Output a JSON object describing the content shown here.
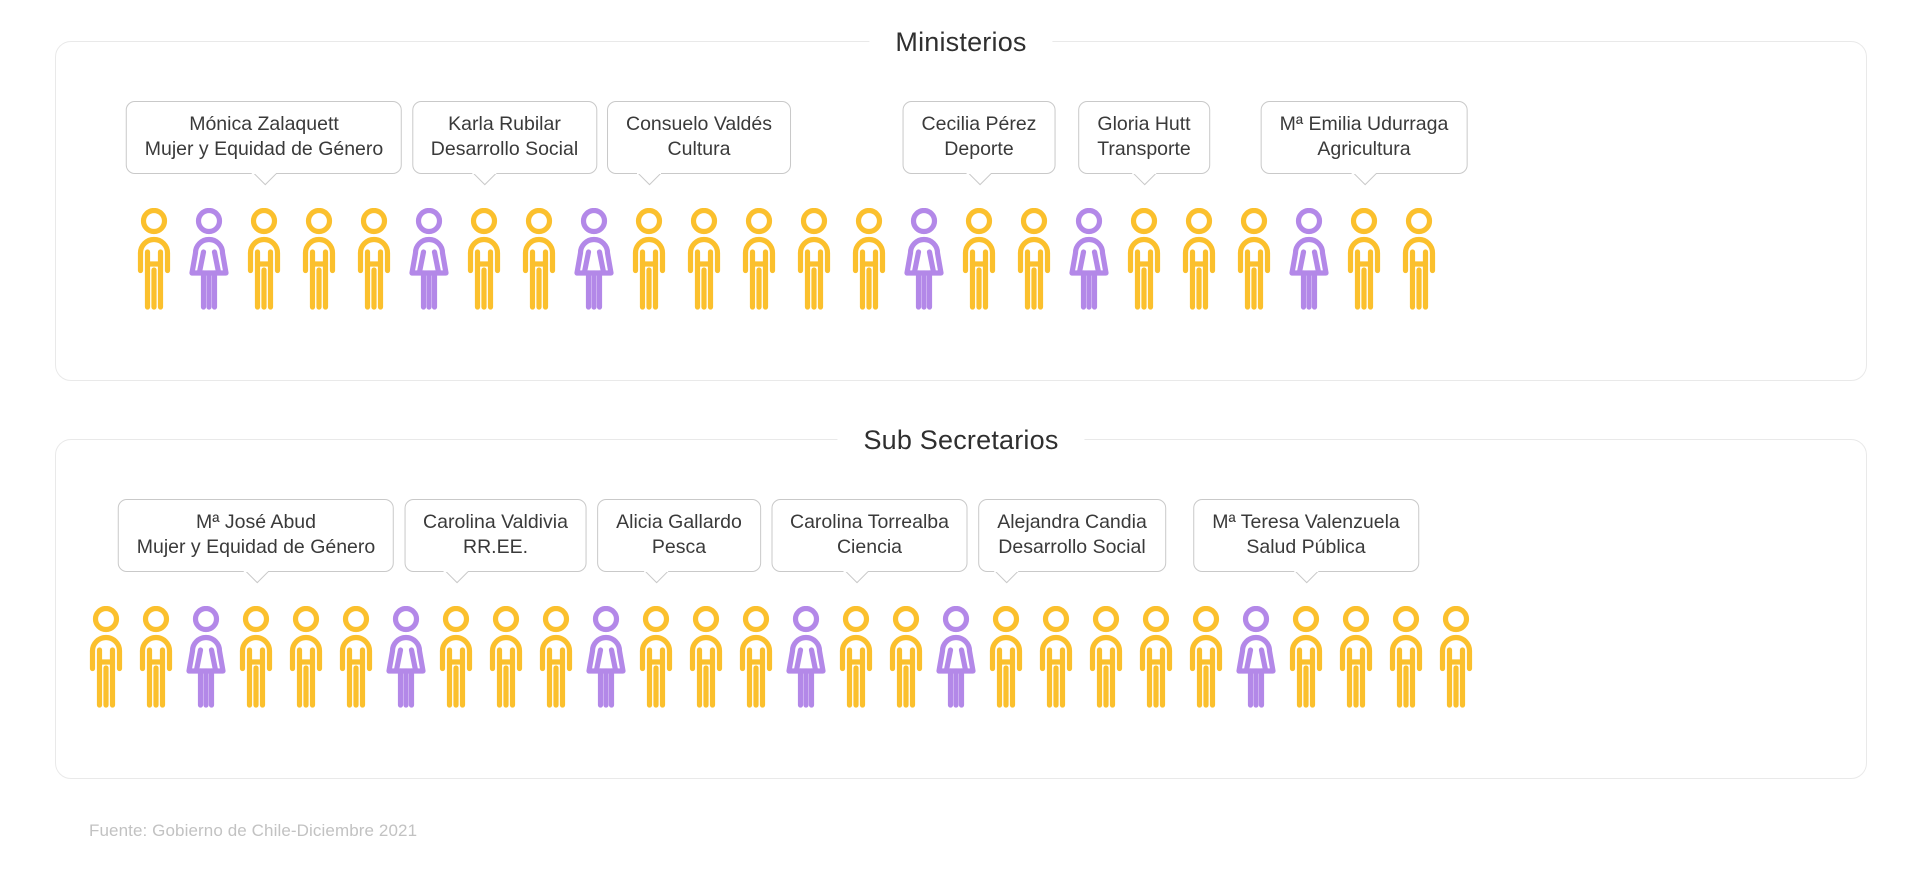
{
  "footer": {
    "source": "Fuente: Gobierno de Chile-Diciembre 2021"
  },
  "colors": {
    "male": "#fbc02d",
    "female": "#b388e8",
    "card_border": "#e9e9e9",
    "callout_border": "#c9c9c9",
    "title": "#2f2f2f",
    "footer_text": "#c2c2c2"
  },
  "sections": [
    {
      "id": "ministerios",
      "title": "Ministerios",
      "total": 24,
      "female_count": 6,
      "male_count": 18,
      "figures": [
        "male",
        "female",
        "male",
        "male",
        "male",
        "female",
        "male",
        "male",
        "female",
        "male",
        "male",
        "male",
        "male",
        "male",
        "female",
        "male",
        "male",
        "female",
        "male",
        "male",
        "male",
        "female",
        "male",
        "male"
      ],
      "callouts": [
        {
          "name": "Mónica Zalaquett",
          "role": "Mujer y Equidad de Género",
          "figure_index": 2
        },
        {
          "name": "Karla Rubilar",
          "role": "Desarrollo Social",
          "figure_index": 6
        },
        {
          "name": "Consuelo Valdés",
          "role": "Cultura",
          "figure_index": 9
        },
        {
          "name": "Cecilia Pérez",
          "role": "Deporte",
          "figure_index": 15
        },
        {
          "name": "Gloria Hutt",
          "role": "Transporte",
          "figure_index": 18
        },
        {
          "name": "Mª Emilia Udurraga",
          "role": "Agricultura",
          "figure_index": 22
        }
      ]
    },
    {
      "id": "subsecretarios",
      "title": "Sub Secretarios",
      "total": 28,
      "female_count": 6,
      "male_count": 22,
      "figures": [
        "male",
        "male",
        "female",
        "male",
        "male",
        "male",
        "female",
        "male",
        "male",
        "male",
        "female",
        "male",
        "male",
        "male",
        "female",
        "male",
        "male",
        "female",
        "male",
        "male",
        "male",
        "male",
        "male",
        "female",
        "male",
        "male",
        "male",
        "male"
      ],
      "callouts": [
        {
          "name": "Mª José Abud",
          "role": "Mujer y Equidad de Género",
          "figure_index": 3
        },
        {
          "name": "Carolina Valdivia",
          "role": "RR.EE.",
          "figure_index": 7
        },
        {
          "name": "Alicia Gallardo",
          "role": "Pesca",
          "figure_index": 11
        },
        {
          "name": "Carolina Torrealba",
          "role": "Ciencia",
          "figure_index": 15
        },
        {
          "name": "Alejandra Candia",
          "role": "Desarrollo Social",
          "figure_index": 18
        },
        {
          "name": "Mª Teresa Valenzuela",
          "role": "Salud Pública",
          "figure_index": 24
        }
      ]
    }
  ]
}
